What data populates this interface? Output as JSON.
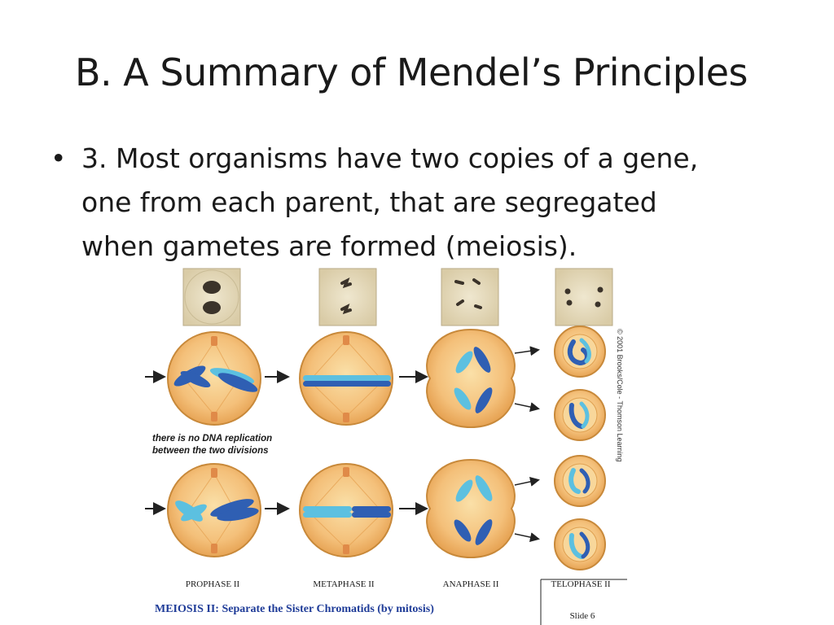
{
  "slide": {
    "title": "B. A Summary of Mendel’s Principles",
    "bullet": {
      "marker": "•",
      "lines": [
        "3. Most organisms have two copies of a gene,",
        "one from each parent, that are segregated",
        "when gametes are formed (meiosis)."
      ]
    }
  },
  "figure": {
    "annotation": [
      "there is no DNA replication",
      "between the two divisions"
    ],
    "phases": [
      "PROPHASE II",
      "METAPHASE II",
      "ANAPHASE II",
      "TELOPHASE II"
    ],
    "caption": "MEIOSIS II:  Separate the Sister Chromatids (by mitosis)",
    "copyright": "© 2001 Brooks/Cole - Thomson Learning",
    "slide_number": "Slide 6",
    "colors": {
      "cell_fill": "#f2b866",
      "cell_inner": "#f8d79b",
      "cell_edge": "#c8893a",
      "chromosome_dark": "#2f5fb3",
      "chromosome_light": "#5cc0e0",
      "caption_blue": "#1f3c98",
      "micrograph_bg": "#e6dcc0"
    }
  }
}
